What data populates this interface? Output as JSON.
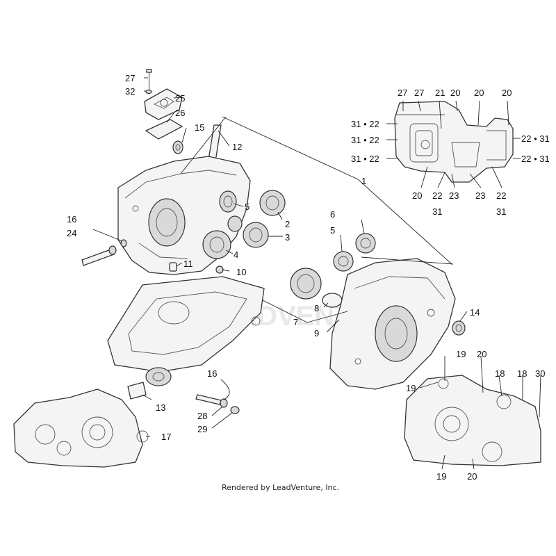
{
  "diagram": {
    "credit": "Rendered by LeadVenture, Inc.",
    "watermark": "LEADVENTURE",
    "callouts": [
      {
        "id": "c27a",
        "text": "27"
      },
      {
        "id": "c32",
        "text": "32"
      },
      {
        "id": "c25",
        "text": "25"
      },
      {
        "id": "c26",
        "text": "26"
      },
      {
        "id": "c15",
        "text": "15"
      },
      {
        "id": "c12",
        "text": "12"
      },
      {
        "id": "c1",
        "text": "1"
      },
      {
        "id": "c5a",
        "text": "5"
      },
      {
        "id": "c2",
        "text": "2"
      },
      {
        "id": "c3",
        "text": "3"
      },
      {
        "id": "c4",
        "text": "4"
      },
      {
        "id": "c16a",
        "text": "16"
      },
      {
        "id": "c24",
        "text": "24"
      },
      {
        "id": "c11",
        "text": "11"
      },
      {
        "id": "c10",
        "text": "10"
      },
      {
        "id": "c6",
        "text": "6"
      },
      {
        "id": "c5b",
        "text": "5"
      },
      {
        "id": "c8",
        "text": "8"
      },
      {
        "id": "c7",
        "text": "7"
      },
      {
        "id": "c9",
        "text": "9"
      },
      {
        "id": "c14",
        "text": "14"
      },
      {
        "id": "c13",
        "text": "13"
      },
      {
        "id": "c16b",
        "text": "16"
      },
      {
        "id": "c28",
        "text": "28"
      },
      {
        "id": "c29",
        "text": "29"
      },
      {
        "id": "c17",
        "text": "17"
      },
      {
        "id": "i27a",
        "text": "27"
      },
      {
        "id": "i27b",
        "text": "27"
      },
      {
        "id": "i21",
        "text": "21"
      },
      {
        "id": "i20a",
        "text": "20"
      },
      {
        "id": "i20b",
        "text": "20"
      },
      {
        "id": "i20c",
        "text": "20"
      },
      {
        "id": "i3122a",
        "text": "31 • 22"
      },
      {
        "id": "i3122b",
        "text": "31 • 22"
      },
      {
        "id": "i3122c",
        "text": "31 • 22"
      },
      {
        "id": "i2231a",
        "text": "22 • 31"
      },
      {
        "id": "i2231b",
        "text": "22 • 31"
      },
      {
        "id": "i20d",
        "text": "20"
      },
      {
        "id": "i22a",
        "text": "22"
      },
      {
        "id": "i31a",
        "text": "31"
      },
      {
        "id": "i23a",
        "text": "23"
      },
      {
        "id": "i23b",
        "text": "23"
      },
      {
        "id": "i22b",
        "text": "22"
      },
      {
        "id": "i31b",
        "text": "31"
      },
      {
        "id": "r19a",
        "text": "19"
      },
      {
        "id": "r20a",
        "text": "20"
      },
      {
        "id": "r18a",
        "text": "18"
      },
      {
        "id": "r18b",
        "text": "18"
      },
      {
        "id": "r30",
        "text": "30"
      },
      {
        "id": "r19b",
        "text": "19"
      },
      {
        "id": "r19c",
        "text": "19"
      },
      {
        "id": "r20b",
        "text": "20"
      }
    ]
  }
}
